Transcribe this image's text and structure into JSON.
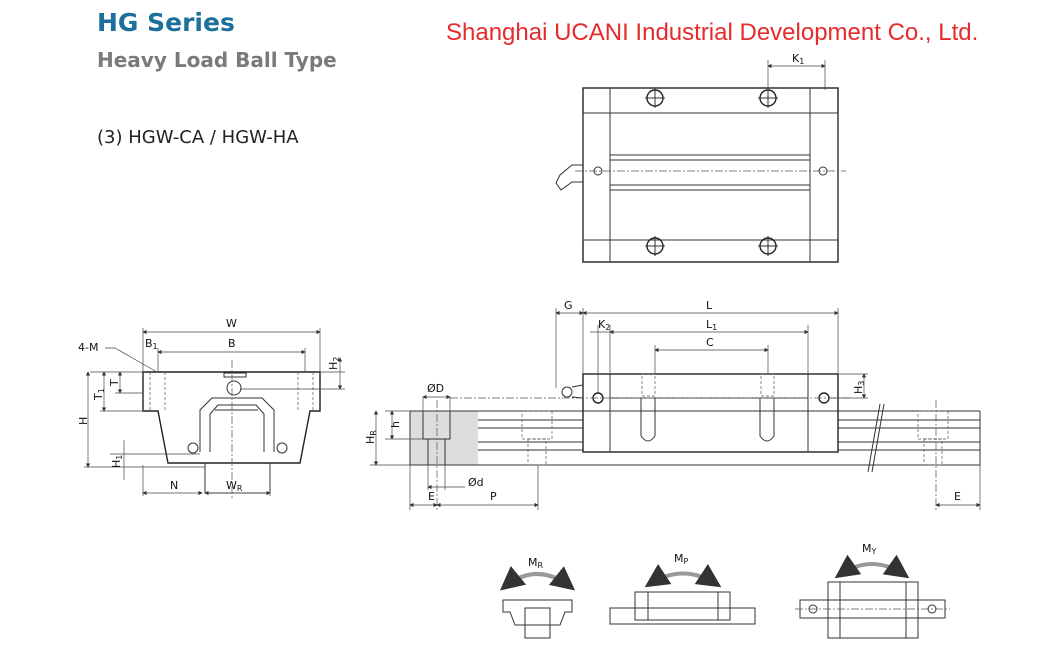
{
  "header": {
    "series": "HG Series",
    "type": "Heavy Load Ball Type",
    "model": "(3) HGW-CA / HGW-HA",
    "company": "Shanghai UCANI Industrial Development Co., Ltd."
  },
  "top_view": {
    "k1": {
      "m": "K",
      "s": "1"
    }
  },
  "front_view": {
    "w": "W",
    "b": "B",
    "b1": {
      "m": "B",
      "s": "1"
    },
    "m": "4-M",
    "h2": {
      "m": "H",
      "s": "2"
    },
    "t": "T",
    "t1": {
      "m": "T",
      "s": "1"
    },
    "h": "H",
    "h1": {
      "m": "H",
      "s": "1"
    },
    "n": "N",
    "wr": {
      "m": "W",
      "s": "R"
    }
  },
  "side_view": {
    "g": "G",
    "l": "L",
    "k2": {
      "m": "K",
      "s": "2"
    },
    "l1": {
      "m": "L",
      "s": "1"
    },
    "c": "C",
    "h3": {
      "m": "H",
      "s": "3"
    },
    "od": "ØD",
    "hs": "h",
    "hr": {
      "m": "H",
      "s": "R"
    },
    "od_small": "Ød",
    "e": "E",
    "p": "P",
    "e2": "E"
  },
  "moments": {
    "mr": {
      "m": "M",
      "s": "R"
    },
    "mp": {
      "m": "M",
      "s": "P"
    },
    "my": {
      "m": "M",
      "s": "Y"
    }
  }
}
